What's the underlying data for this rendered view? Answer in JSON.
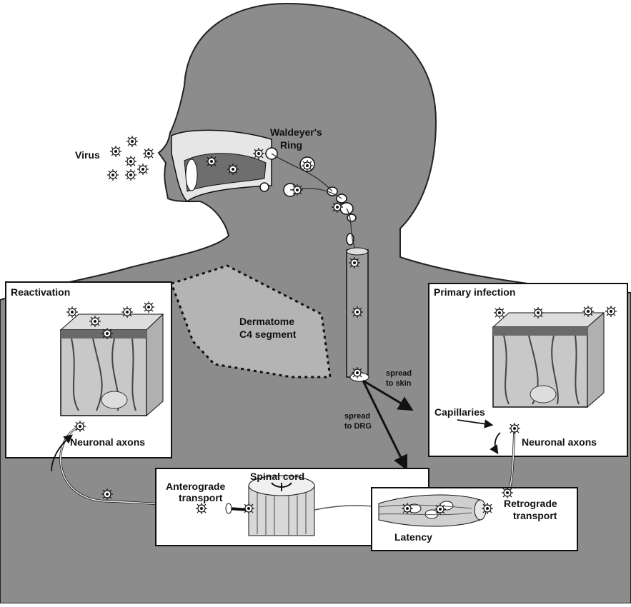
{
  "labels": {
    "virus": "Virus",
    "waldeyer_line1": "Waldeyer's",
    "waldeyer_line2": "Ring",
    "dermatome_line1": "Dermatome",
    "dermatome_line2": "C4 segment",
    "spread_skin_line1": "spread",
    "spread_skin_line2": "to skin",
    "spread_drg_line1": "spread",
    "spread_drg_line2": "to DRG",
    "reactivation": "Reactivation",
    "primary_infection": "Primary infection",
    "capillaries": "Capillaries",
    "neuronal_axons_left": "Neuronal axons",
    "neuronal_axons_right": "Neuronal axons",
    "spinal_cord": "Spinal cord",
    "anterograde_line1": "Anterograde",
    "anterograde_line2": "transport",
    "retrograde_line1": "Retrograde",
    "retrograde_line2": "transport",
    "latency": "Latency"
  },
  "colors": {
    "background": "#ffffff",
    "body_silhouette": "#8c8c8c",
    "dermatome_region": "#b4b4b4",
    "panel_fill": "#ffffff",
    "outline": "#111111",
    "skin_block": "#c8c8c8",
    "skin_dark": "#6a6a6a"
  },
  "icons": [
    "virus-particle-icon",
    "spinal-cord-icon",
    "skin-block-icon",
    "lymph-node-icon",
    "blood-vessel-icon"
  ]
}
